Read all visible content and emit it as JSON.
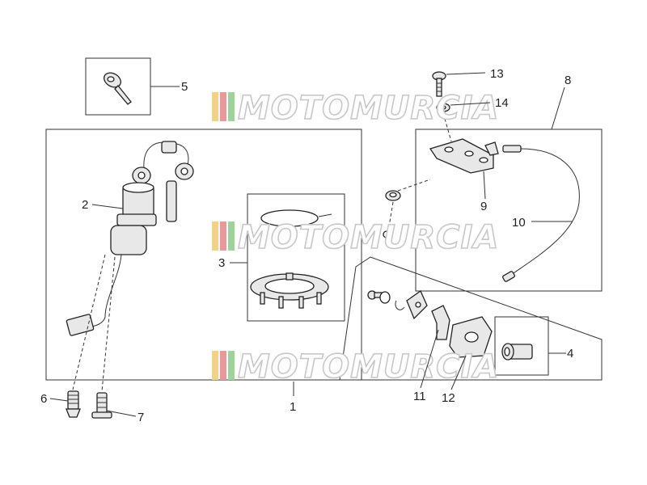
{
  "watermark": {
    "text": "MOTOMURCIA",
    "colors": [
      "#f2d28a",
      "#e89a9a",
      "#9fd39a"
    ]
  },
  "callouts": [
    {
      "id": "label-1",
      "text": "1"
    },
    {
      "id": "label-2",
      "text": "2"
    },
    {
      "id": "label-3",
      "text": "3"
    },
    {
      "id": "label-4",
      "text": "4"
    },
    {
      "id": "label-5",
      "text": "5"
    },
    {
      "id": "label-6",
      "text": "6"
    },
    {
      "id": "label-7",
      "text": "7"
    },
    {
      "id": "label-8",
      "text": "8"
    },
    {
      "id": "label-9",
      "text": "9"
    },
    {
      "id": "label-10",
      "text": "10"
    },
    {
      "id": "label-11",
      "text": "11"
    },
    {
      "id": "label-12",
      "text": "12"
    },
    {
      "id": "label-13",
      "text": "13"
    },
    {
      "id": "label-14",
      "text": "14"
    }
  ]
}
